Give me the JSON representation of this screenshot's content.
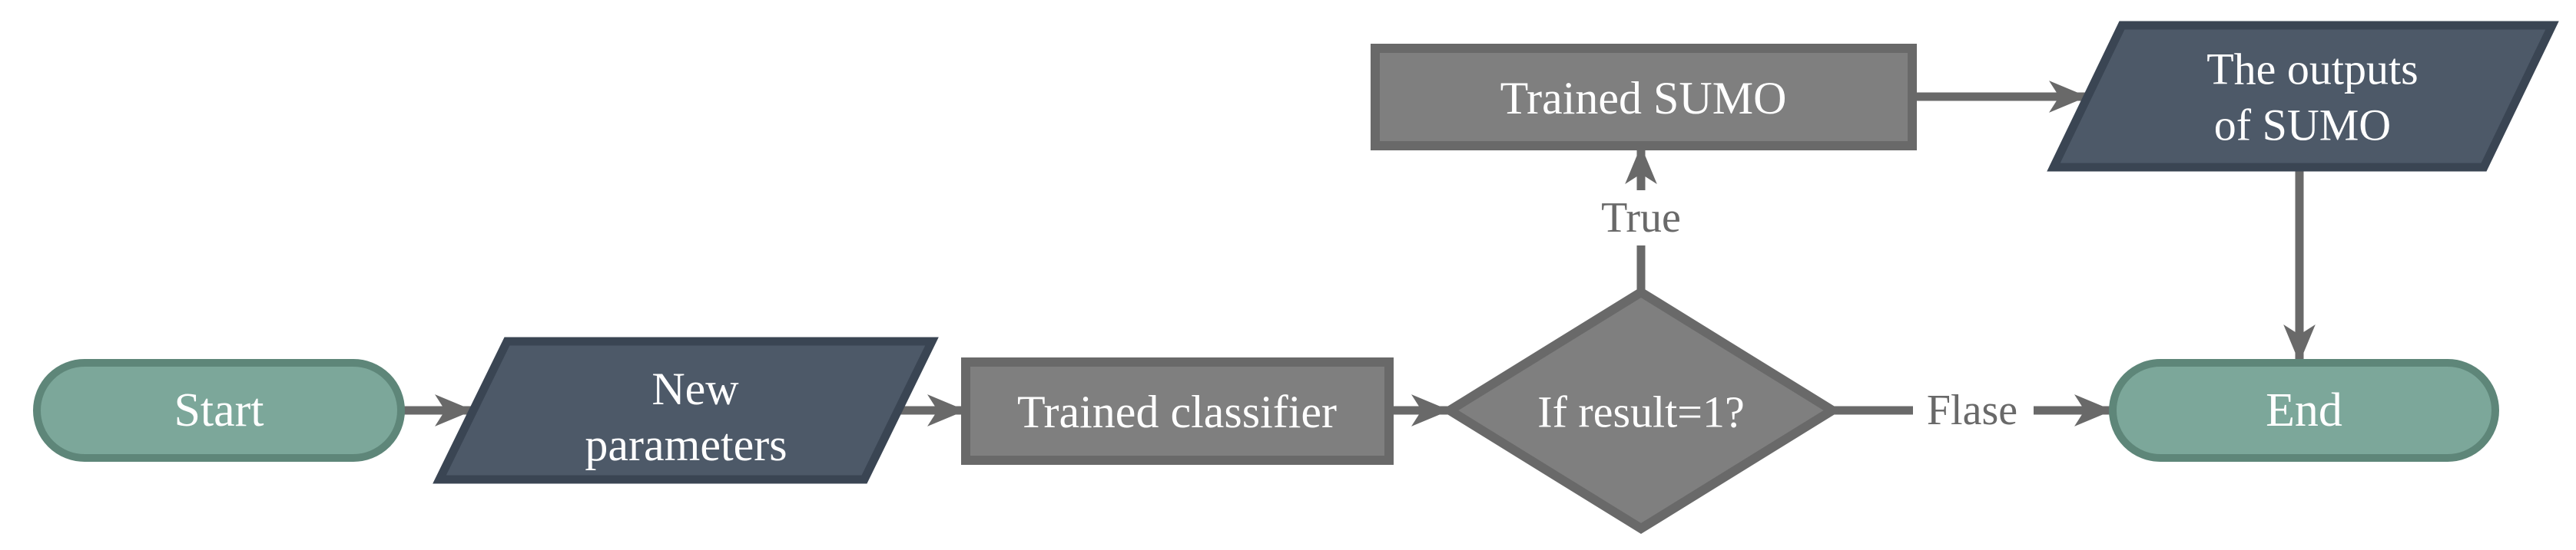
{
  "diagram": {
    "type": "flowchart",
    "background": "#FFFFFF",
    "colors": {
      "terminal_fill": "#7CA79A",
      "terminal_border": "#5E8679",
      "io_fill": "#4D5968",
      "io_border": "#3A4553",
      "process_fill": "#7F7F7F",
      "process_border": "#696969",
      "connector": "#696969",
      "node_text": "#FFFFFF",
      "edge_label_text": "#696969"
    },
    "nodes": {
      "start": {
        "type": "terminal",
        "shape": "stadium",
        "label": "Start"
      },
      "new_parameters": {
        "type": "input",
        "shape": "parallelogram",
        "lines": [
          "New",
          "parameters"
        ]
      },
      "trained_classifier": {
        "type": "process",
        "shape": "rectangle",
        "label": "Trained classifier"
      },
      "decision": {
        "type": "decision",
        "shape": "diamond",
        "label": "If result=1?"
      },
      "trained_sumo": {
        "type": "process",
        "shape": "rectangle",
        "label": "Trained SUMO"
      },
      "outputs_sumo": {
        "type": "output",
        "shape": "parallelogram",
        "lines": [
          "The outputs",
          "of SUMO"
        ]
      },
      "end": {
        "type": "terminal",
        "shape": "stadium",
        "label": "End"
      }
    },
    "edges": {
      "start_to_new_parameters": {
        "from": "start",
        "to": "new_parameters",
        "label": ""
      },
      "new_parameters_to_classifier": {
        "from": "new_parameters",
        "to": "trained_classifier",
        "label": ""
      },
      "classifier_to_decision": {
        "from": "trained_classifier",
        "to": "decision",
        "label": ""
      },
      "decision_to_sumo": {
        "from": "decision",
        "to": "trained_sumo",
        "label": "True"
      },
      "sumo_to_outputs": {
        "from": "trained_sumo",
        "to": "outputs_sumo",
        "label": ""
      },
      "outputs_to_end": {
        "from": "outputs_sumo",
        "to": "end",
        "label": ""
      },
      "decision_to_end": {
        "from": "decision",
        "to": "end",
        "label": "Flase"
      },
      "true_label": "True",
      "false_label": "Flase"
    }
  }
}
